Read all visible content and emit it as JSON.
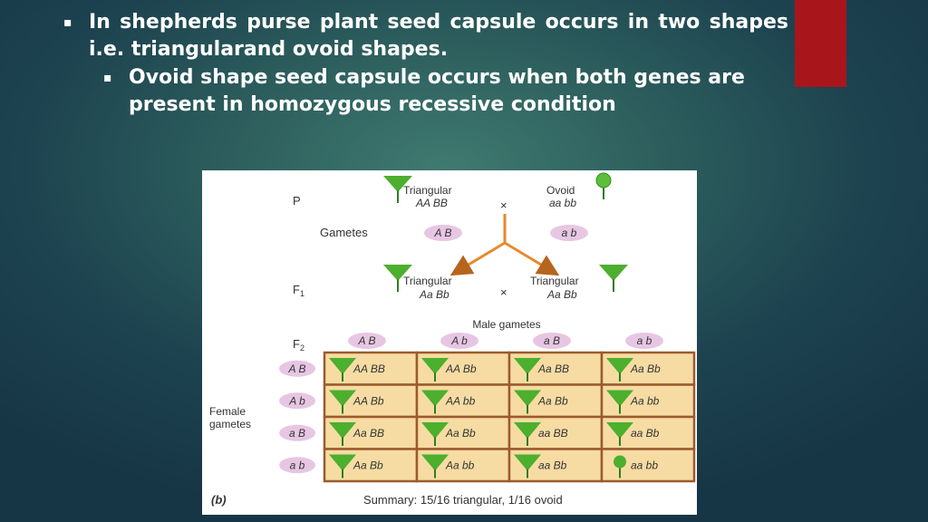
{
  "slide": {
    "bullet_main": "In shepherds purse plant seed capsule occurs in two shapes i.e. triangularand ovoid shapes.",
    "bullet_sub": "Ovoid shape seed capsule occurs when both genes are present in  homozygous recessive condition",
    "bullet_marker": "▪"
  },
  "diagram": {
    "p_label": "P",
    "f1_label": "F",
    "f1_sub": "1",
    "f2_label": "F",
    "f2_sub": "2",
    "gametes_label": "Gametes",
    "cross_symbol": "×",
    "parent1_phenotype": "Triangular",
    "parent1_genotype": "AA BB",
    "parent2_phenotype": "Ovoid",
    "parent2_genotype": "aa bb",
    "parent1_gamete": "A B",
    "parent2_gamete": "a b",
    "f1_left_phenotype": "Triangular",
    "f1_left_genotype": "Aa Bb",
    "f1_right_phenotype": "Triangular",
    "f1_right_genotype": "Aa Bb",
    "male_gametes_label": "Male gametes",
    "female_label_line1": "Female",
    "female_label_line2": "gametes",
    "male_gametes": [
      "A B",
      "A b",
      "a B",
      "a b"
    ],
    "female_gametes": [
      "A B",
      "A b",
      "a B",
      "a b"
    ],
    "grid": [
      [
        {
          "g": "AA BB",
          "shape": "triangle"
        },
        {
          "g": "AA Bb",
          "shape": "triangle"
        },
        {
          "g": "Aa BB",
          "shape": "triangle"
        },
        {
          "g": "Aa Bb",
          "shape": "triangle"
        }
      ],
      [
        {
          "g": "AA Bb",
          "shape": "triangle"
        },
        {
          "g": "AA bb",
          "shape": "triangle"
        },
        {
          "g": "Aa Bb",
          "shape": "triangle"
        },
        {
          "g": "Aa bb",
          "shape": "triangle"
        }
      ],
      [
        {
          "g": "Aa BB",
          "shape": "triangle"
        },
        {
          "g": "Aa Bb",
          "shape": "triangle"
        },
        {
          "g": "aa BB",
          "shape": "triangle"
        },
        {
          "g": "aa Bb",
          "shape": "triangle"
        }
      ],
      [
        {
          "g": "Aa Bb",
          "shape": "triangle"
        },
        {
          "g": "Aa bb",
          "shape": "triangle"
        },
        {
          "g": "aa Bb",
          "shape": "triangle"
        },
        {
          "g": "aa bb",
          "shape": "ovoid"
        }
      ]
    ],
    "panel_label": "(b)",
    "summary": "Summary: 15/16 triangular, 1/16 ovoid"
  },
  "colors": {
    "accent_red": "#a8161c",
    "capsule_green": "#4caf2e",
    "gamete_pink": "#e7c6e3",
    "cell_fill": "#f6dca3",
    "arrow_orange": "#e8892b"
  }
}
